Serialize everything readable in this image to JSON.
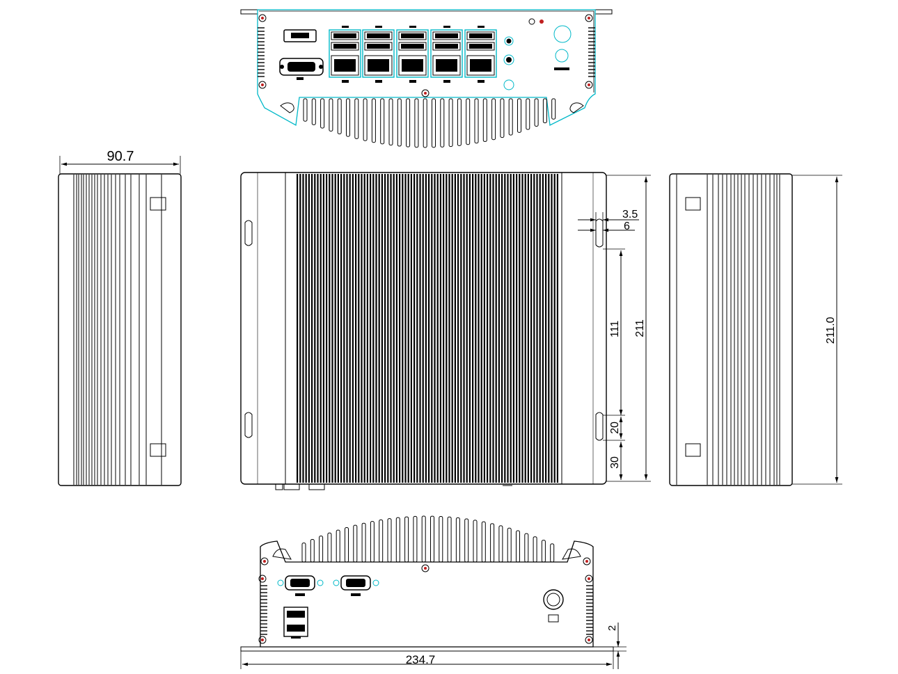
{
  "dimensions": {
    "depth": "90.7",
    "width": "234.7",
    "height_side": "211",
    "height_right": "211.0",
    "mount_span": "111",
    "mount_20": "20",
    "mount_30": "30",
    "slot_3_5": "3.5",
    "slot_6": "6",
    "foot_2": "2"
  },
  "colors": {
    "line": "#000000",
    "highlight": "#00b8c8",
    "screw": "#c02020",
    "paper": "#ffffff"
  },
  "icons": {
    "lan": "network-port-icon",
    "usb": "usb-icon",
    "power": "power-icon",
    "ground": "ground-icon",
    "antenna": "antenna-icon"
  }
}
